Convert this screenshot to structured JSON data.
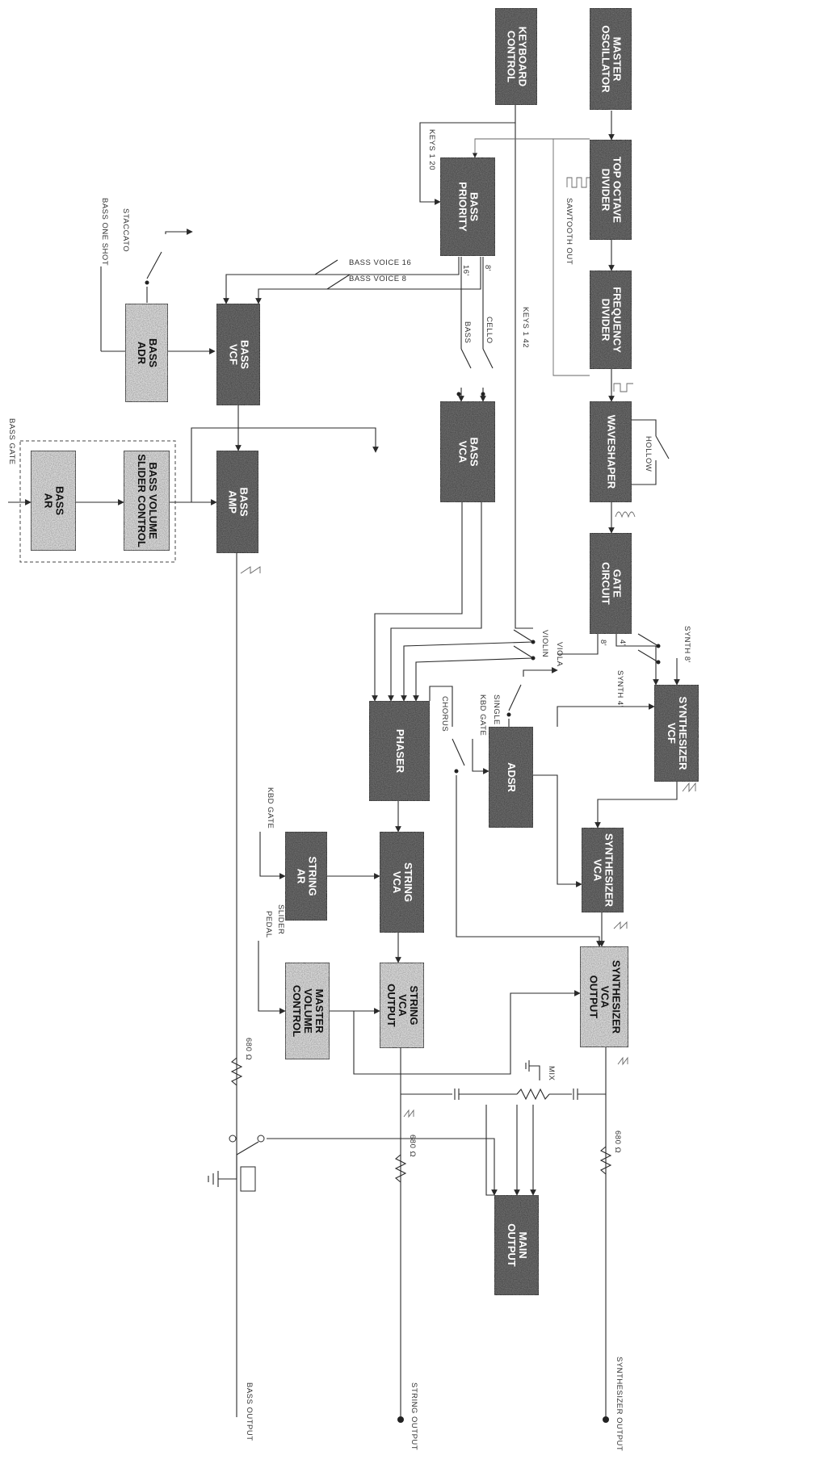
{
  "blocks": [
    {
      "id": "master-oscillator",
      "lines": [
        "MASTER",
        "OSCILLATOR"
      ],
      "style": "dark"
    },
    {
      "id": "keyboard-control",
      "lines": [
        "KEYBOARD",
        "CONTROL"
      ],
      "style": "dark"
    },
    {
      "id": "top-octave-divider",
      "lines": [
        "TOP OCTAVE",
        "DIVIDER"
      ],
      "style": "dark"
    },
    {
      "id": "bass-priority",
      "lines": [
        "BASS",
        "PRIORITY"
      ],
      "style": "dark"
    },
    {
      "id": "frequency-divider",
      "lines": [
        "FREQUENCY",
        "DIVIDER"
      ],
      "style": "dark"
    },
    {
      "id": "waveshaper",
      "lines": [
        "WAVESHAPER"
      ],
      "style": "dark"
    },
    {
      "id": "bass-vca",
      "lines": [
        "BASS",
        "VCA"
      ],
      "style": "dark"
    },
    {
      "id": "bass-vcf",
      "lines": [
        "BASS",
        "VCF"
      ],
      "style": "dark"
    },
    {
      "id": "bass-adr",
      "lines": [
        "BASS",
        "ADR"
      ],
      "style": "light"
    },
    {
      "id": "bass-amp",
      "lines": [
        "BASS",
        "AMP"
      ],
      "style": "dark"
    },
    {
      "id": "bass-volume-slider",
      "lines": [
        "BASS VOLUME",
        "SLIDER CONTROL"
      ],
      "style": "light"
    },
    {
      "id": "bass-ar",
      "lines": [
        "BASS",
        "AR"
      ],
      "style": "light"
    },
    {
      "id": "gate-circuit",
      "lines": [
        "GATE",
        "CIRCUIT"
      ],
      "style": "dark"
    },
    {
      "id": "synthesizer-vcf",
      "lines": [
        "SYNTHESIZER",
        "VCF"
      ],
      "style": "dark"
    },
    {
      "id": "phaser",
      "lines": [
        "PHASER"
      ],
      "style": "dark"
    },
    {
      "id": "adsr",
      "lines": [
        "ADSR"
      ],
      "style": "dark"
    },
    {
      "id": "synthesizer-vca",
      "lines": [
        "SYNTHESIZER",
        "VCA"
      ],
      "style": "dark"
    },
    {
      "id": "string-vca",
      "lines": [
        "STRING",
        "VCA"
      ],
      "style": "dark"
    },
    {
      "id": "string-ar",
      "lines": [
        "STRING",
        "AR"
      ],
      "style": "dark"
    },
    {
      "id": "synthesizer-vca-output",
      "lines": [
        "SYNTHESIZER",
        "VCA",
        "OUTPUT"
      ],
      "style": "light"
    },
    {
      "id": "string-vca-output",
      "lines": [
        "STRING",
        "VCA",
        "OUTPUT"
      ],
      "style": "light"
    },
    {
      "id": "master-volume-control",
      "lines": [
        "MASTER",
        "VOLUME",
        "CONTROL"
      ],
      "style": "light"
    },
    {
      "id": "main-output",
      "lines": [
        "MAIN",
        "OUTPUT"
      ],
      "style": "dark"
    }
  ],
  "labels": {
    "keys_1_20": "KEYS 1  20",
    "keys_1_42": "KEYS 1  42",
    "bass_voice_16": "BASS VOICE 16",
    "bass_voice_8": "BASS VOICE 8",
    "bass_one_shot": "BASS ONE SHOT",
    "staccato": "STACCATO",
    "bass_gate": "BASS GATE",
    "sixteen": "16'",
    "eight": "8'",
    "cello": "CELLO",
    "bass": "BASS",
    "hollow": "HOLLOW",
    "violin": "VIOLIN",
    "viola": "VIOLA",
    "synth_4": "SYNTH 4'",
    "synth_8": "SYNTH 8'",
    "gate_eight": "8'",
    "gate_four": "4'",
    "single": "SINGLE",
    "kbd_gate_1": "KBD GATE",
    "kbd_gate_2": "KBD GATE",
    "chorus": "CHORUS",
    "slider": "SLIDER",
    "pedal": "PEDAL",
    "mix": "MIX",
    "r680_1": "680 Ω",
    "r680_2": "680 Ω",
    "r680_3": "680 Ω",
    "bass_output": "BASS OUTPUT",
    "string_output": "STRING OUTPUT",
    "synthesizer_output": "SYNTHESIZER OUTPUT",
    "sawtooth_out": "SAWTOOTH OUT"
  }
}
